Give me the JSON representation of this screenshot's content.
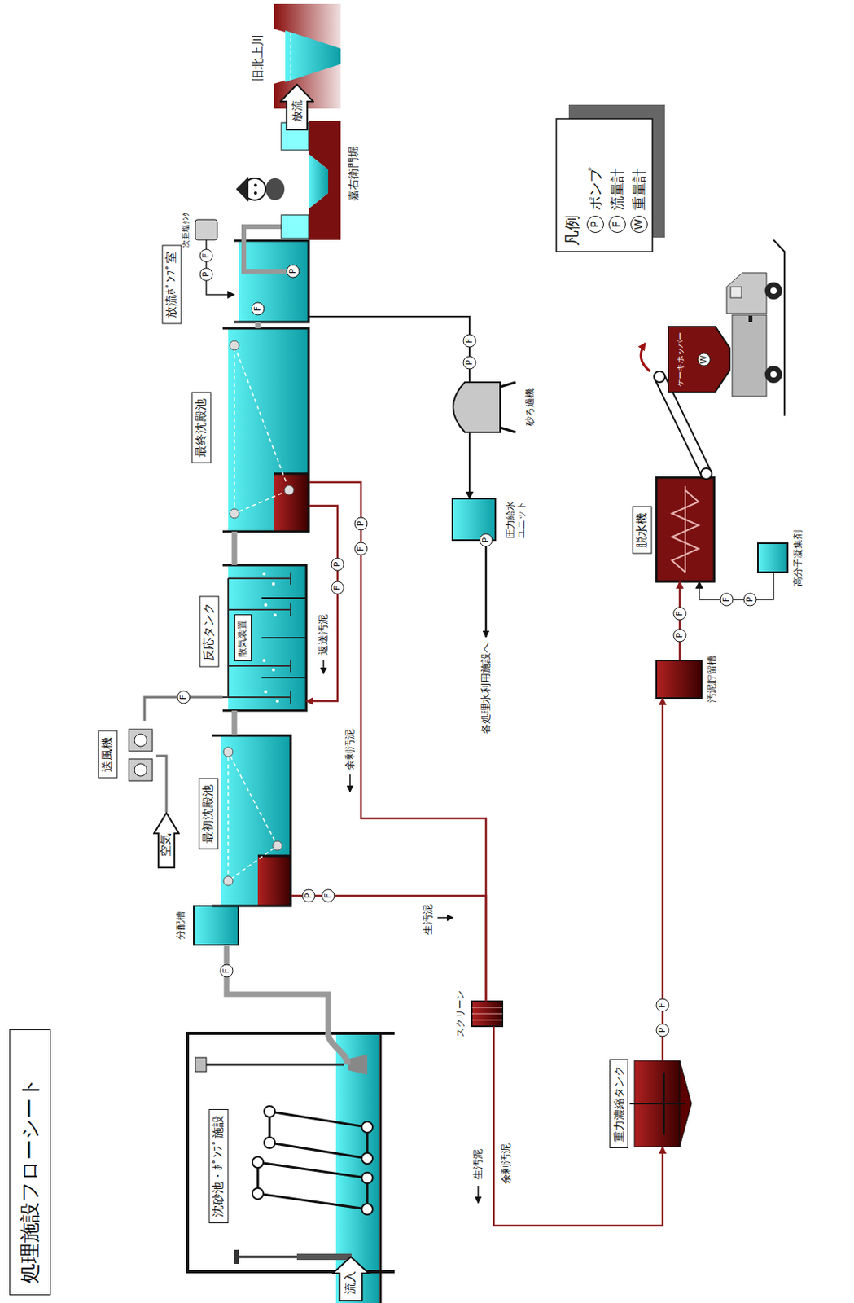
{
  "diagram": {
    "title": "処理施設フローシート",
    "nodes": [
      {
        "text": [
          "流入"
        ]
      },
      {
        "text": [
          "沈砂池・ﾎﾟﾝﾌﾟ施設"
        ]
      },
      {
        "text": [
          "分配槽"
        ]
      },
      {
        "text": [
          "最初沈殿池"
        ]
      },
      {
        "text": [
          "反応タンク"
        ]
      },
      {
        "text": [
          "散気装置"
        ],
        "in": 4
      },
      {
        "text": [
          "送風機"
        ]
      },
      {
        "text": [
          "空気"
        ]
      },
      {
        "text": [
          "最終沈殿池"
        ]
      },
      {
        "text": [
          "放流ﾎﾟﾝﾌﾟ室"
        ]
      },
      {
        "text": [
          "次亜塩ﾀﾝｸ"
        ]
      },
      {
        "text": [
          "嘉右衛門堀"
        ]
      },
      {
        "text": [
          "放流"
        ]
      },
      {
        "text": [
          "旧北上川"
        ]
      },
      {
        "text": [
          "砂ろ過機"
        ]
      },
      {
        "text": [
          "圧力給水 ユニット"
        ]
      },
      {
        "text": [
          "スクリーン"
        ]
      },
      {
        "text": [
          "重力濃縮タンク"
        ]
      },
      {
        "text": [
          "汚泥貯留槽"
        ]
      },
      {
        "text": [
          "脱水機"
        ]
      },
      {
        "text": [
          "高分子凝集剤"
        ]
      },
      {
        "text": [
          "ケーキホッパー",
          "W"
        ]
      }
    ],
    "edges": [
      {
        "from": 1,
        "to": 2,
        "arrow": "none"
      },
      {
        "from": 3,
        "to": 4,
        "arrow": "none"
      },
      {
        "from": 4,
        "to": 8,
        "arrow": "none"
      },
      {
        "from": 8,
        "to": 9,
        "arrow": "none"
      },
      {
        "from": 7,
        "to": 6,
        "arrow": "none"
      },
      {
        "from": 6,
        "to": 4,
        "arrow": "none"
      },
      {
        "from": 8,
        "to": 4,
        "arrow": "to",
        "label": "返送汚泥"
      },
      {
        "from": 3,
        "to": 16,
        "arrow": "none",
        "label": "生汚泥"
      },
      {
        "from": 8,
        "to": 16,
        "arrow": "none",
        "label": "余剰汚泥"
      },
      {
        "from": 16,
        "to": 17,
        "arrow": "to",
        "label": "生汚泥"
      },
      {
        "from": 17,
        "to": 18,
        "arrow": "to"
      },
      {
        "from": 18,
        "to": 19,
        "arrow": "to"
      },
      {
        "from": 20,
        "to": 19,
        "arrow": "to"
      },
      {
        "from": 10,
        "to": 9,
        "arrow": "to"
      },
      {
        "from": 9,
        "to": 14,
        "arrow": "none"
      },
      {
        "from": 14,
        "to": 15,
        "arrow": "to"
      }
    ],
    "labels": [
      "F",
      "F",
      "P",
      "F",
      "F",
      "P",
      "F",
      "P",
      "F",
      "P",
      "F",
      "P",
      "F",
      "P",
      "P",
      "各処理水利用施設へ",
      "P",
      "F",
      "P",
      "F",
      "P",
      "F",
      "余剰汚泥",
      "凡例",
      "P",
      "F",
      "W"
    ],
    "legend": [
      {
        "text": "ポンプ"
      },
      {
        "text": "流量計"
      },
      {
        "text": "重量計"
      }
    ]
  }
}
